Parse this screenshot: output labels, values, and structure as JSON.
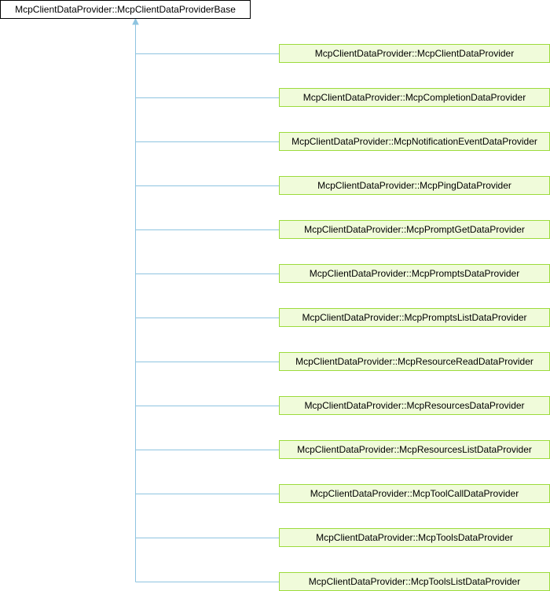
{
  "diagram": {
    "type": "inheritance",
    "colors": {
      "edge": "#8ec4e0",
      "base_border": "#000000",
      "base_fill": "#ffffff",
      "child_border": "#9cdb3c",
      "child_fill": "#f0fbda"
    },
    "base": {
      "label": "McpClientDataProvider::McpClientDataProviderBase"
    },
    "children": [
      {
        "label": "McpClientDataProvider::McpClientDataProvider"
      },
      {
        "label": "McpClientDataProvider::McpCompletionDataProvider"
      },
      {
        "label": "McpClientDataProvider::McpNotificationEventDataProvider"
      },
      {
        "label": "McpClientDataProvider::McpPingDataProvider"
      },
      {
        "label": "McpClientDataProvider::McpPromptGetDataProvider"
      },
      {
        "label": "McpClientDataProvider::McpPromptsDataProvider"
      },
      {
        "label": "McpClientDataProvider::McpPromptsListDataProvider"
      },
      {
        "label": "McpClientDataProvider::McpResourceReadDataProvider"
      },
      {
        "label": "McpClientDataProvider::McpResourcesDataProvider"
      },
      {
        "label": "McpClientDataProvider::McpResourcesListDataProvider"
      },
      {
        "label": "McpClientDataProvider::McpToolCallDataProvider"
      },
      {
        "label": "McpClientDataProvider::McpToolsDataProvider"
      },
      {
        "label": "McpClientDataProvider::McpToolsListDataProvider"
      }
    ]
  }
}
